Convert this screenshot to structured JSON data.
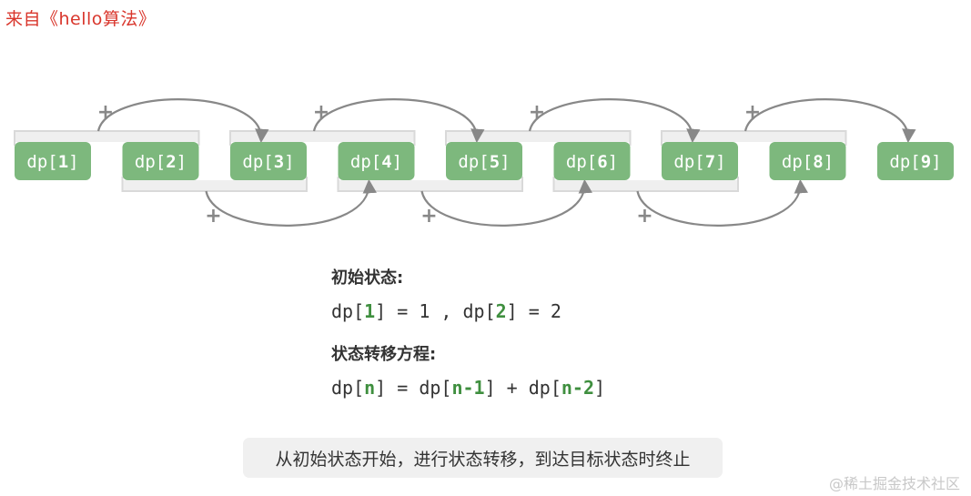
{
  "source_label": "来自《hello算法》",
  "nodes": [
    {
      "prefix": "dp[",
      "index": "1",
      "suffix": "]"
    },
    {
      "prefix": "dp[",
      "index": "2",
      "suffix": "]"
    },
    {
      "prefix": "dp[",
      "index": "3",
      "suffix": "]"
    },
    {
      "prefix": "dp[",
      "index": "4",
      "suffix": "]"
    },
    {
      "prefix": "dp[",
      "index": "5",
      "suffix": "]"
    },
    {
      "prefix": "dp[",
      "index": "6",
      "suffix": "]"
    },
    {
      "prefix": "dp[",
      "index": "7",
      "suffix": "]"
    },
    {
      "prefix": "dp[",
      "index": "8",
      "suffix": "]"
    },
    {
      "prefix": "dp[",
      "index": "9",
      "suffix": "]"
    }
  ],
  "transitions": [
    {
      "from": [
        1,
        2
      ],
      "to": 3,
      "side": "top"
    },
    {
      "from": [
        2,
        3
      ],
      "to": 4,
      "side": "bottom"
    },
    {
      "from": [
        3,
        4
      ],
      "to": 5,
      "side": "top"
    },
    {
      "from": [
        4,
        5
      ],
      "to": 6,
      "side": "bottom"
    },
    {
      "from": [
        5,
        6
      ],
      "to": 7,
      "side": "top"
    },
    {
      "from": [
        6,
        7
      ],
      "to": 8,
      "side": "bottom"
    },
    {
      "from": [
        7,
        8
      ],
      "to": 9,
      "side": "top"
    }
  ],
  "plus_symbol": "+",
  "colors": {
    "node_fill": "#7db87d",
    "node_text": "#ffffff",
    "arc": "#888888",
    "bracket": "#d9d9d9",
    "highlight": "#3f8f3f",
    "source_label": "#d9362c"
  },
  "info": {
    "initial_heading": "初始状态:",
    "initial_formula": {
      "a_pre": "dp[",
      "a_idx": "1",
      "a_post": "] = 1 , ",
      "b_pre": "dp[",
      "b_idx": "2",
      "b_post": "] = 2"
    },
    "transition_heading": "状态转移方程:",
    "transition_formula": {
      "p1": "dp[",
      "i1": "n",
      "p2": "] = dp[",
      "i2": "n-1",
      "p3": "] + dp[",
      "i3": "n-2",
      "p4": "]"
    }
  },
  "note": "从初始状态开始，进行状态转移，到达目标状态时终止",
  "watermark": "@稀土掘金技术社区"
}
